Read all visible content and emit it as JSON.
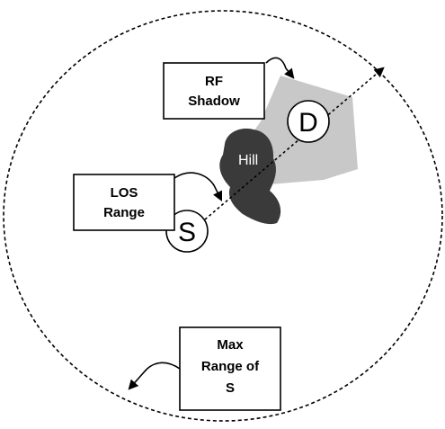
{
  "diagram": {
    "labels": {
      "rf_shadow": [
        "RF",
        "Shadow"
      ],
      "los_range": [
        "LOS",
        "Range"
      ],
      "max_range": [
        "Max",
        "Range of",
        "S"
      ]
    },
    "hill_label": "Hill",
    "source_label": "S",
    "destination_label": "D"
  },
  "colors": {
    "shadow_fill": "#c8c8c8",
    "hill_fill": "#3a3a3a",
    "stroke": "#000000",
    "hill_text": "#ffffff"
  }
}
